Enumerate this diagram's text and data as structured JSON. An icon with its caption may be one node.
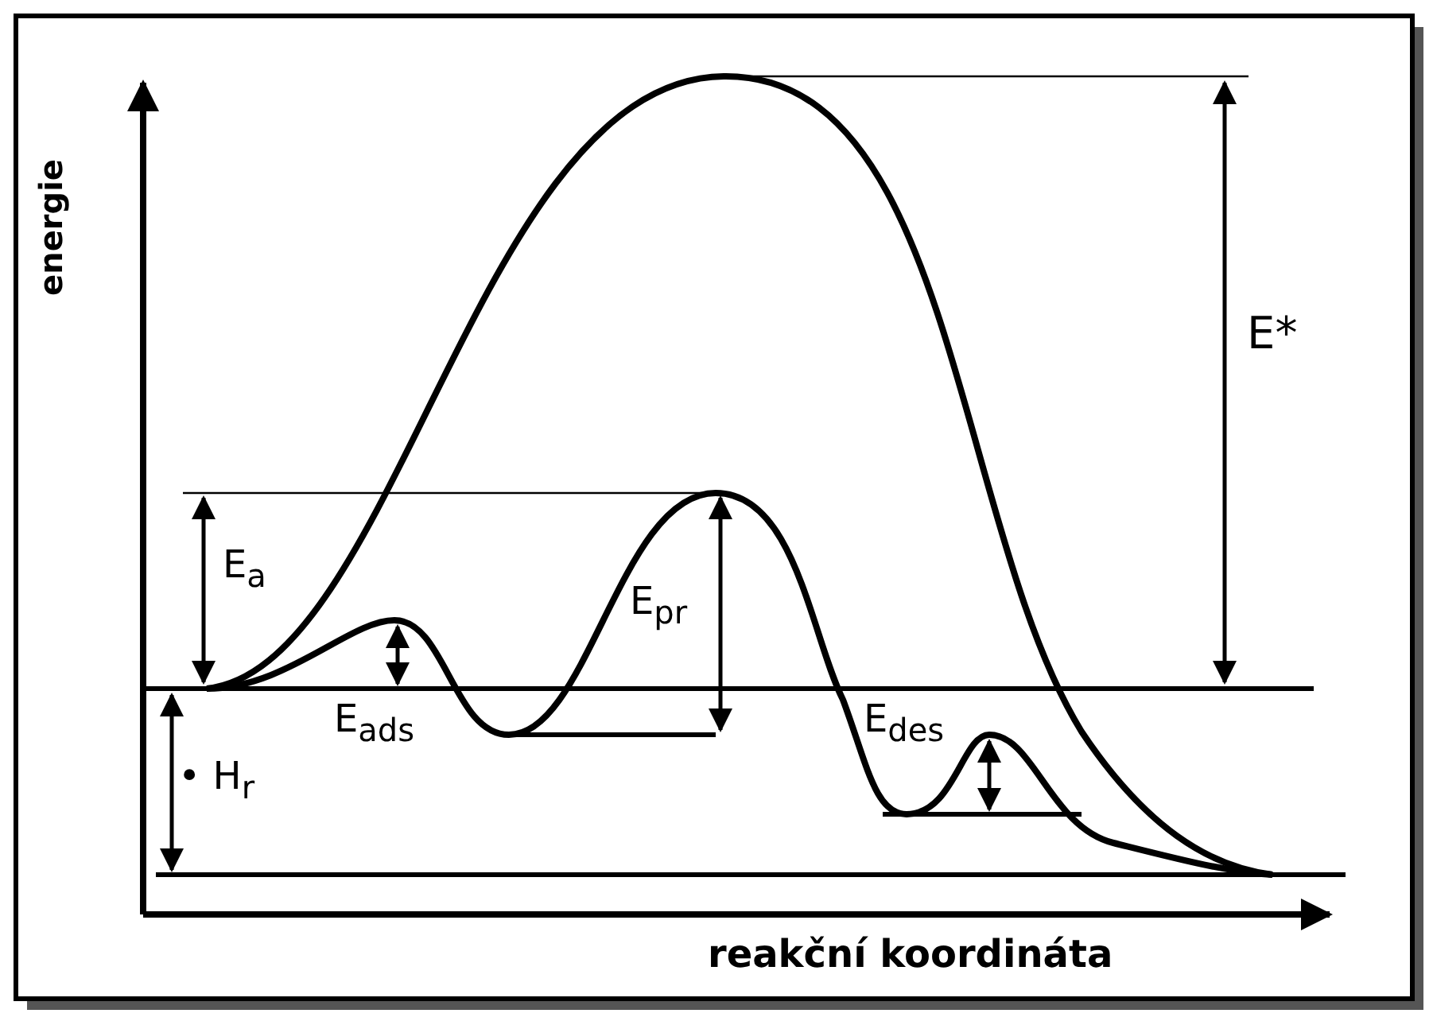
{
  "diagram": {
    "labels": [
      "energie",
      "E*",
      "E$_{a}$",
      "E$_{pr}$",
      "E$_{ads}$",
      "E$_{des}$",
      "• H$_{r}$",
      "reakční koordináta"
    ]
  }
}
